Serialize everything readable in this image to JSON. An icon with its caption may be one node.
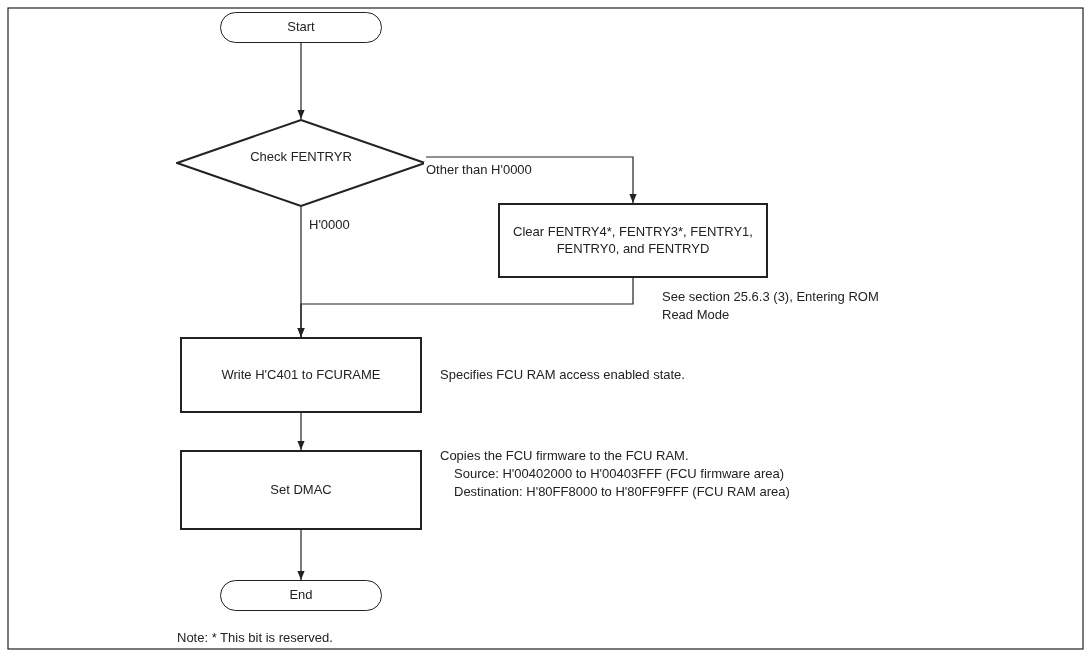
{
  "diagram": {
    "nodes": [
      {
        "text": [
          "Start"
        ]
      },
      {
        "text": [
          "Check FENTRYR"
        ]
      },
      {
        "text": [
          "Clear FENTRY4*, FENTRY3*, FENTRY1, FENTRY0, and FENTRYD"
        ],
        "beside": [
          "See section 25.6.3 (3), Entering ROM Read Mode"
        ]
      },
      {
        "text": [
          "Write H'C401 to FCURAME"
        ],
        "beside": [
          "Specifies FCU RAM access enabled state."
        ]
      },
      {
        "text": [
          "Set DMAC"
        ],
        "beside": [
          "Copies the FCU firmware to the FCU RAM.",
          "Source: H'00402000 to H'00403FFF (FCU firmware area)",
          "Destination: H'80FF8000 to H'80FF9FFF (FCU RAM area)"
        ]
      },
      {
        "text": [
          "End"
        ]
      }
    ],
    "edges": [
      {
        "from": 0,
        "to": 1,
        "arrow": "to"
      },
      {
        "from": 1,
        "to": 2,
        "arrow": "to",
        "label": "Other than H'0000"
      },
      {
        "from": 1,
        "to": 3,
        "arrow": "to",
        "label": "H'0000"
      },
      {
        "from": 2,
        "to": 3,
        "arrow": "to"
      },
      {
        "from": 3,
        "to": 4,
        "arrow": "to"
      },
      {
        "from": 4,
        "to": 5,
        "arrow": "to"
      }
    ],
    "labels": [
      "Note: * This bit is reserved."
    ]
  }
}
